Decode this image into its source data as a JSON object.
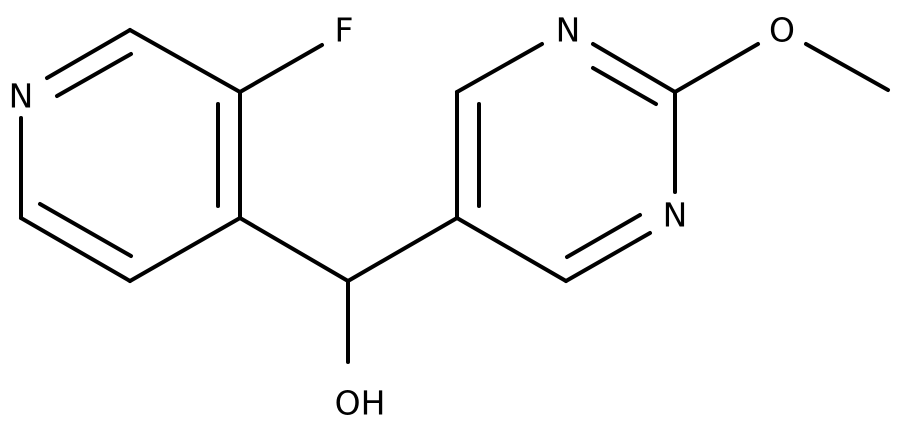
{
  "molecule": {
    "atoms": {
      "pyridine_n": "N",
      "fluorine": "F",
      "pyrimidine_n1": "N",
      "pyrimidine_n3": "N",
      "methoxy_o": "O",
      "hydroxyl": "OH"
    }
  }
}
